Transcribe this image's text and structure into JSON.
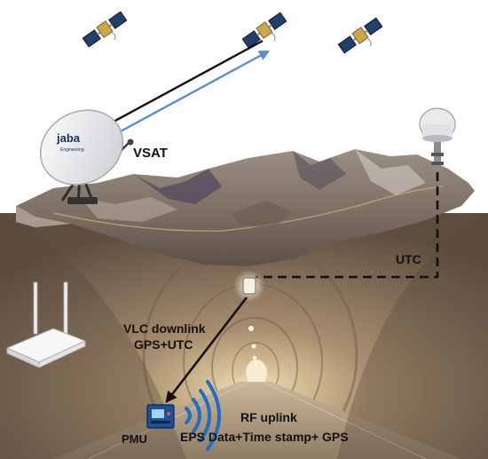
{
  "labels": {
    "vsat": "VSAT",
    "utc": "UTC",
    "vlc_line1": "VLC downlink",
    "vlc_line2": "GPS+UTC",
    "rf_line1": "RF uplink",
    "rf_line2": "EPS Data+Time stamp+ GPS",
    "pmu": "PMU"
  },
  "dish_logo": {
    "brand": "jaba",
    "sub": "Engineering"
  },
  "icons": [
    "satellite-icon",
    "satellite-icon",
    "satellite-icon",
    "vsat-dish-icon",
    "gps-antenna-icon",
    "wifi-router-icon",
    "led-light-icon",
    "pmu-device-icon",
    "rf-wave-icon"
  ],
  "colors": {
    "downlink_arrow": "#111111",
    "uplink_arrow": "#5b8fc9",
    "rf_waves": "#1c6fc4",
    "utc_line": "#111111"
  }
}
